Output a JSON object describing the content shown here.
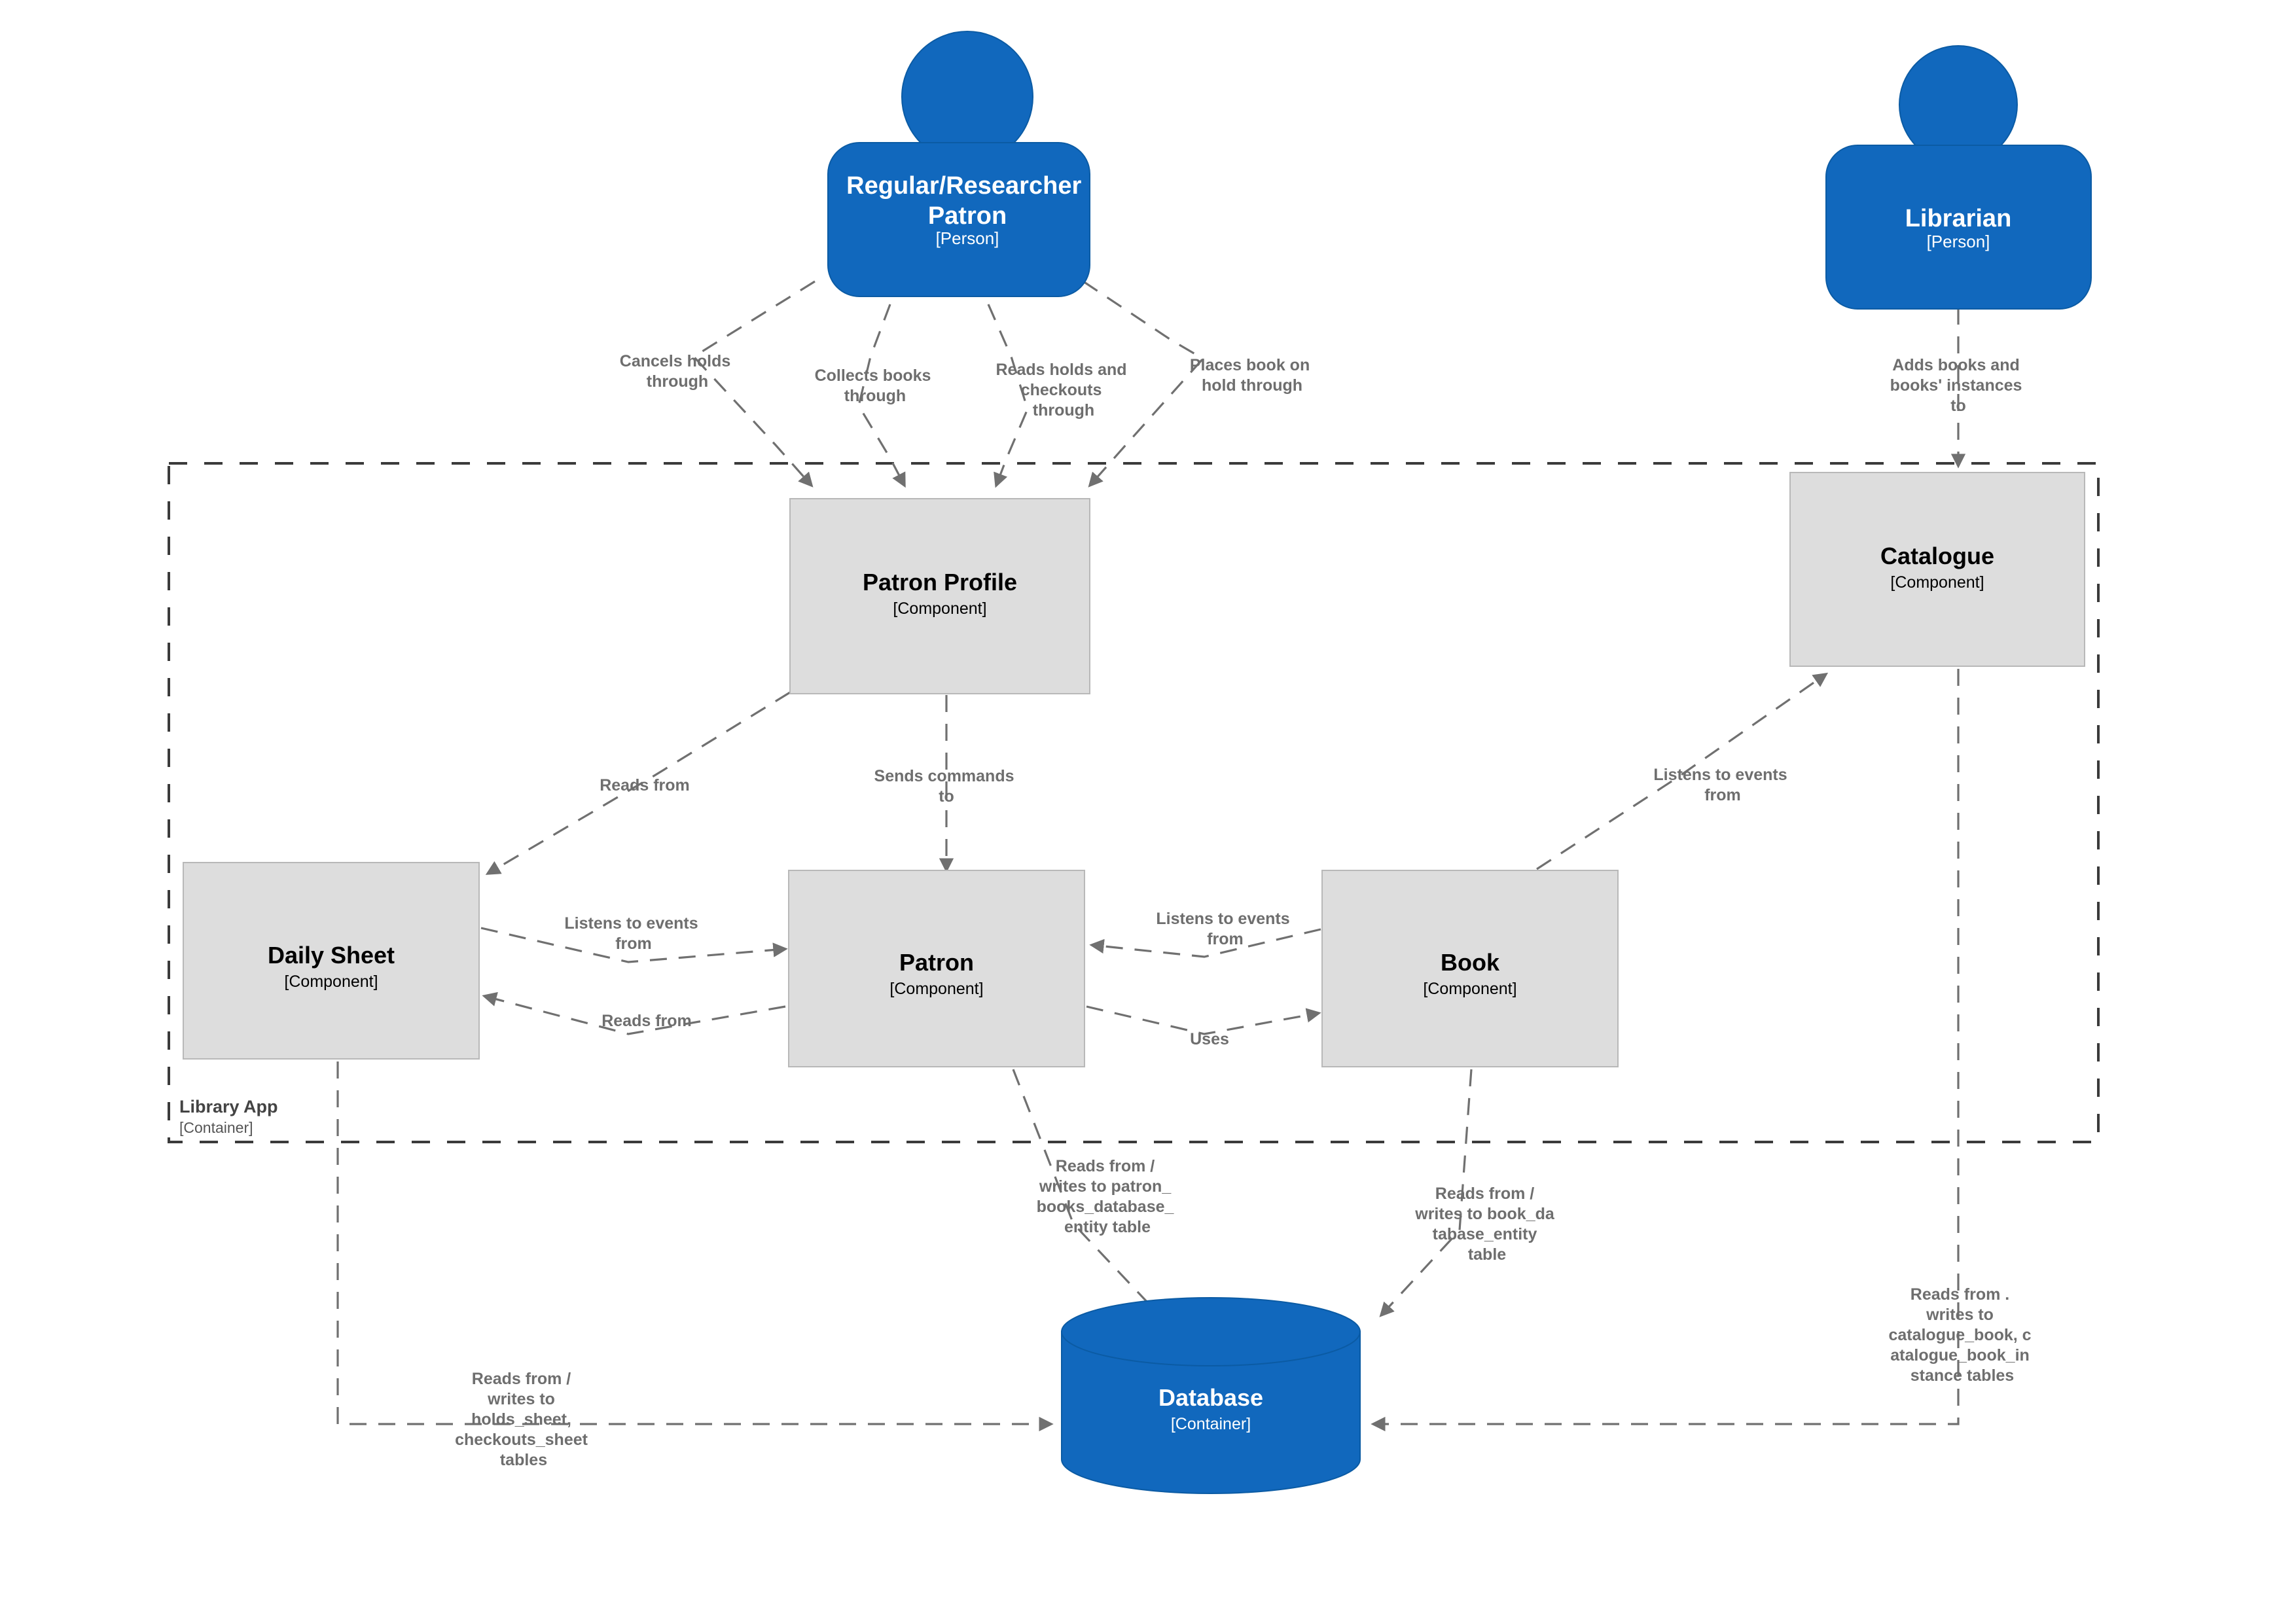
{
  "diagram": {
    "type": "c4-component-diagram",
    "colors": {
      "person_fill": "#1168bd",
      "component_fill": "#dddddd",
      "component_stroke": "#b8b8b8",
      "edge_color": "#707070",
      "boundary_color": "#3b3b3b",
      "label_color": "#6e6e6e",
      "person_text": "#ffffff",
      "component_text": "#000000"
    },
    "boundary": {
      "title": "Library App",
      "subtitle": "[Container]"
    },
    "persons": [
      {
        "id": "patron-person",
        "title": "Regular/Researcher Patron",
        "subtitle": "[Person]"
      },
      {
        "id": "librarian-person",
        "title": "Librarian",
        "subtitle": "[Person]"
      }
    ],
    "components": [
      {
        "id": "patron-profile",
        "title": "Patron Profile",
        "subtitle": "[Component]"
      },
      {
        "id": "catalogue",
        "title": "Catalogue",
        "subtitle": "[Component]"
      },
      {
        "id": "daily-sheet",
        "title": "Daily Sheet",
        "subtitle": "[Component]"
      },
      {
        "id": "patron",
        "title": "Patron",
        "subtitle": "[Component]"
      },
      {
        "id": "book",
        "title": "Book",
        "subtitle": "[Component]"
      }
    ],
    "datastores": [
      {
        "id": "database",
        "title": "Database",
        "subtitle": "[Container]"
      }
    ],
    "edges": [
      {
        "id": "e1",
        "from": "patron-person",
        "to": "patron-profile",
        "lines": [
          "Cancels holds",
          "through"
        ]
      },
      {
        "id": "e2",
        "from": "patron-person",
        "to": "patron-profile",
        "lines": [
          "Collects books",
          "through"
        ]
      },
      {
        "id": "e3",
        "from": "patron-person",
        "to": "patron-profile",
        "lines": [
          "Reads holds and",
          "checkouts",
          "through"
        ]
      },
      {
        "id": "e4",
        "from": "patron-person",
        "to": "patron-profile",
        "lines": [
          "Places book on",
          "hold through"
        ]
      },
      {
        "id": "e5",
        "from": "librarian-person",
        "to": "catalogue",
        "lines": [
          "Adds books and",
          "books' instances",
          "to"
        ]
      },
      {
        "id": "e6",
        "from": "patron-profile",
        "to": "daily-sheet",
        "lines": [
          "Reads from"
        ]
      },
      {
        "id": "e7",
        "from": "patron-profile",
        "to": "patron",
        "lines": [
          "Sends commands",
          "to"
        ]
      },
      {
        "id": "e8",
        "from": "daily-sheet",
        "to": "patron",
        "lines": [
          "Listens to events",
          "from"
        ]
      },
      {
        "id": "e9",
        "from": "patron",
        "to": "daily-sheet",
        "lines": [
          "Reads from"
        ]
      },
      {
        "id": "e10",
        "from": "book",
        "to": "patron",
        "lines": [
          "Listens to events",
          "from"
        ]
      },
      {
        "id": "e11",
        "from": "patron",
        "to": "book",
        "lines": [
          "Uses"
        ]
      },
      {
        "id": "e12",
        "from": "book",
        "to": "catalogue",
        "lines": [
          "Listens to events",
          "from"
        ]
      },
      {
        "id": "e13",
        "from": "patron",
        "to": "database",
        "lines": [
          "Reads from /",
          "writes to patron_",
          "books_database_",
          "entity table"
        ]
      },
      {
        "id": "e14",
        "from": "book",
        "to": "database",
        "lines": [
          "Reads from /",
          "writes to book_da",
          "tabase_entity",
          "table"
        ]
      },
      {
        "id": "e15",
        "from": "catalogue",
        "to": "database",
        "lines": [
          "Reads from .",
          "writes to",
          "catalogue_book, c",
          "atalogue_book_in",
          "stance tables"
        ]
      },
      {
        "id": "e16",
        "from": "daily-sheet",
        "to": "database",
        "lines": [
          "Reads from /",
          "writes to",
          "holds_sheet,",
          "checkouts_sheet",
          "tables"
        ]
      }
    ]
  }
}
